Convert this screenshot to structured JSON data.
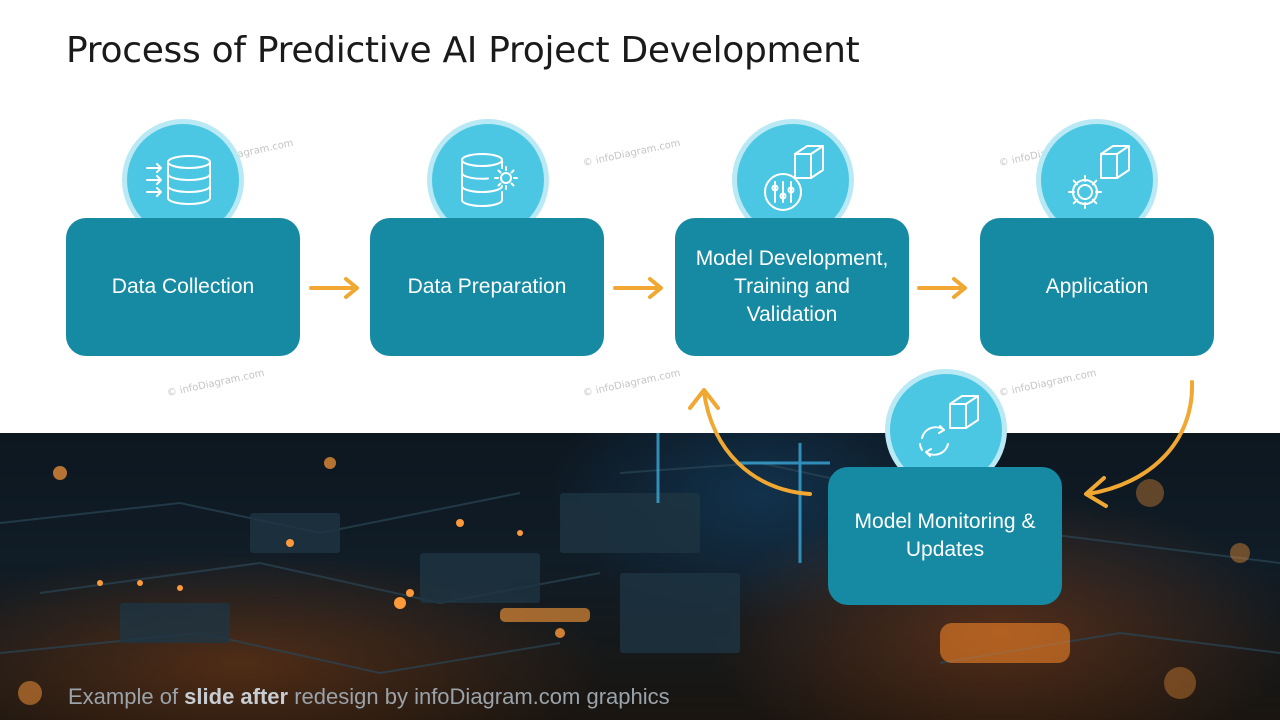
{
  "title": "Process of Predictive AI Project Development",
  "watermark": "© infoDiagram.com",
  "steps": [
    {
      "label": "Data Collection",
      "icon": "database-inflow-icon"
    },
    {
      "label": "Data Preparation",
      "icon": "database-gear-icon"
    },
    {
      "label": "Model Development, Training and Validation",
      "icon": "cube-sliders-icon"
    },
    {
      "label": "Application",
      "icon": "cube-gear-icon"
    },
    {
      "label": "Model Monitoring & Updates",
      "icon": "cube-cycle-icon"
    }
  ],
  "footer": {
    "prefix": "Example of ",
    "bold": "slide after",
    "suffix": " redesign by infoDiagram.com graphics"
  },
  "colors": {
    "box": "#168aa3",
    "circle": "#4cc7e3",
    "circle_ring": "#b9e9f4",
    "arrow": "#f0a833"
  }
}
